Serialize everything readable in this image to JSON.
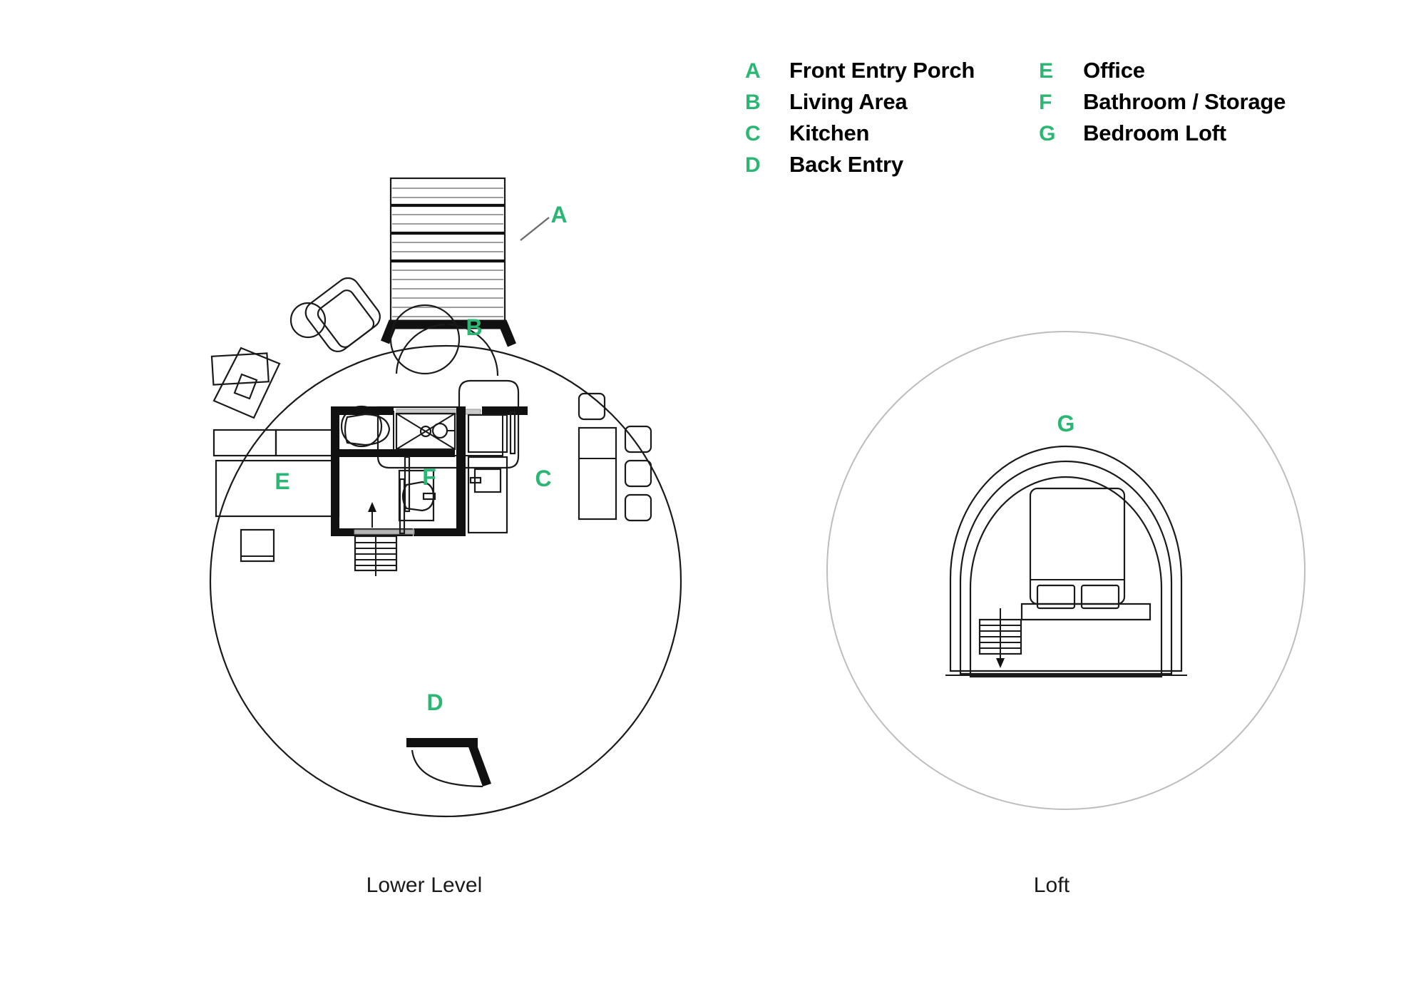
{
  "legend": {
    "columns": [
      {
        "items": [
          {
            "key": "A",
            "label": "Front Entry Porch"
          },
          {
            "key": "B",
            "label": "Living Area"
          },
          {
            "key": "C",
            "label": "Kitchen"
          },
          {
            "key": "D",
            "label": "Back Entry"
          }
        ]
      },
      {
        "items": [
          {
            "key": "E",
            "label": "Office"
          },
          {
            "key": "F",
            "label": "Bathroom / Storage"
          },
          {
            "key": "G",
            "label": "Bedroom Loft"
          }
        ]
      }
    ]
  },
  "plans": [
    {
      "caption": "Lower Level",
      "room_keys": [
        {
          "key": "A",
          "name": "front-entry-porch"
        },
        {
          "key": "B",
          "name": "living-area"
        },
        {
          "key": "C",
          "name": "kitchen"
        },
        {
          "key": "D",
          "name": "back-entry"
        },
        {
          "key": "E",
          "name": "office"
        },
        {
          "key": "F",
          "name": "bathroom-storage"
        }
      ]
    },
    {
      "caption": "Loft",
      "room_keys": [
        {
          "key": "G",
          "name": "bedroom-loft"
        }
      ]
    }
  ],
  "colors": {
    "accent_green": "#2bb673",
    "ink": "#111111",
    "hairline_gray": "#9a9a9a",
    "ghost_gray": "#bdbdbd",
    "leader_gray": "#6d6d6d",
    "background": "#ffffff"
  },
  "keys": {
    "a": "A",
    "b": "B",
    "c": "C",
    "d": "D",
    "e": "E",
    "f": "F",
    "g": "G"
  }
}
